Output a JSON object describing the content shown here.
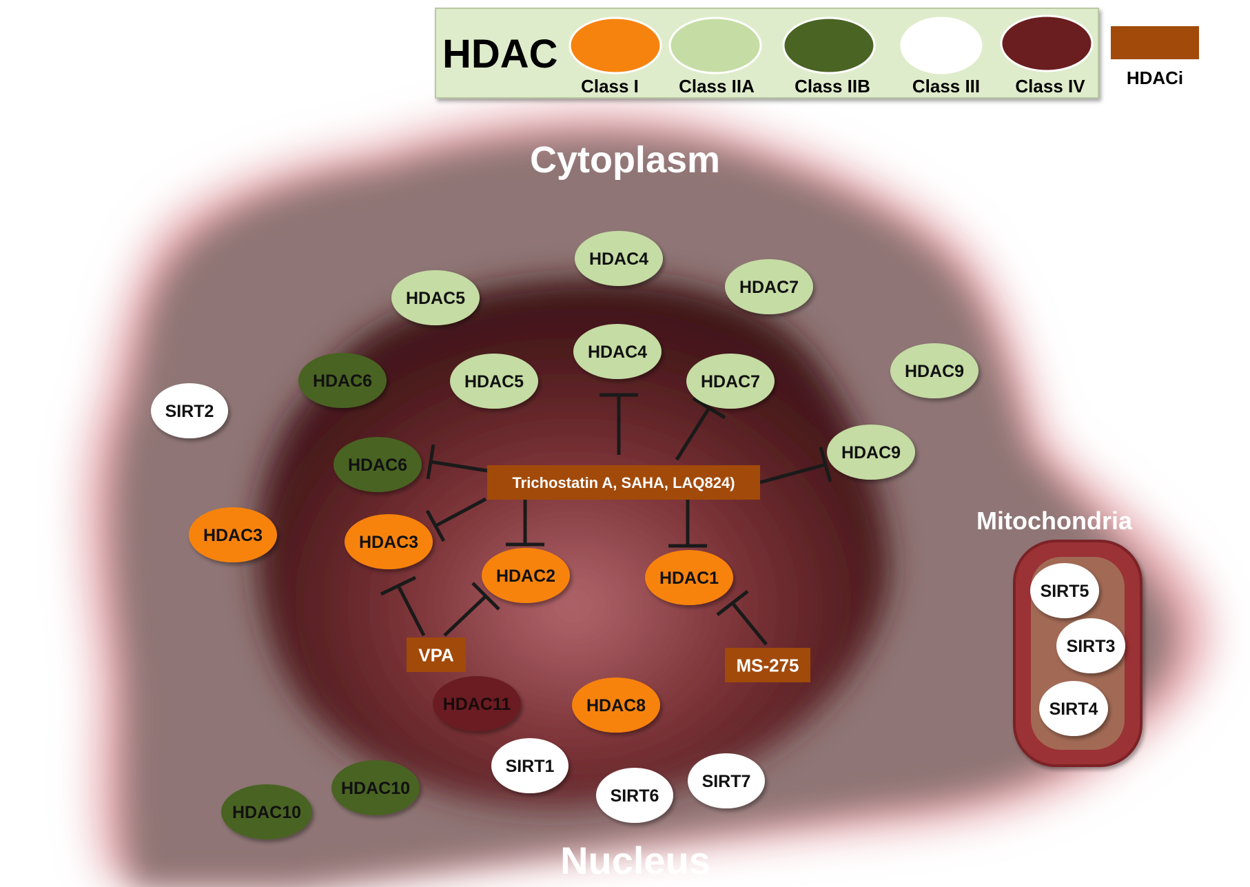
{
  "legend": {
    "title": "HDAC",
    "classes": [
      {
        "label": "Class I",
        "color": "#f7830f"
      },
      {
        "label": "Class IIA",
        "color": "#c5dca4"
      },
      {
        "label": "Class IIB",
        "color": "#4a6424"
      },
      {
        "label": "Class III",
        "color": "#ffffff"
      },
      {
        "label": "Class IV",
        "color": "#6a1e20"
      }
    ],
    "inhibitor": {
      "label": "HDACi",
      "color": "#a24a0a"
    }
  },
  "regions": {
    "cytoplasm": "Cytoplasm",
    "nucleus": "Nucleus",
    "mitochondria": "Mitochondria"
  },
  "enzymes": {
    "cyto_hdac4": {
      "label": "HDAC4",
      "class": "Class IIA"
    },
    "cyto_hdac5": {
      "label": "HDAC5",
      "class": "Class IIA"
    },
    "cyto_hdac7": {
      "label": "HDAC7",
      "class": "Class IIA"
    },
    "cyto_hdac9": {
      "label": "HDAC9",
      "class": "Class IIA"
    },
    "cyto_hdac6": {
      "label": "HDAC6",
      "class": "Class IIB"
    },
    "cyto_sirt2": {
      "label": "SIRT2",
      "class": "Class III"
    },
    "cyto_hdac3": {
      "label": "HDAC3",
      "class": "Class I"
    },
    "cyto_hdac10": {
      "label": "HDAC10",
      "class": "Class IIB"
    },
    "nuc_hdac4": {
      "label": "HDAC4",
      "class": "Class IIA"
    },
    "nuc_hdac5": {
      "label": "HDAC5",
      "class": "Class IIA"
    },
    "nuc_hdac7": {
      "label": "HDAC7",
      "class": "Class IIA"
    },
    "nuc_hdac9": {
      "label": "HDAC9",
      "class": "Class IIA"
    },
    "nuc_hdac6": {
      "label": "HDAC6",
      "class": "Class IIB"
    },
    "nuc_hdac3": {
      "label": "HDAC3",
      "class": "Class I"
    },
    "nuc_hdac2": {
      "label": "HDAC2",
      "class": "Class I"
    },
    "nuc_hdac1": {
      "label": "HDAC1",
      "class": "Class I"
    },
    "nuc_hdac11": {
      "label": "HDAC11",
      "class": "Class IV"
    },
    "nuc_hdac8": {
      "label": "HDAC8",
      "class": "Class I"
    },
    "nuc_hdac10": {
      "label": "HDAC10",
      "class": "Class IIB"
    },
    "nuc_sirt1": {
      "label": "SIRT1",
      "class": "Class III"
    },
    "nuc_sirt6": {
      "label": "SIRT6",
      "class": "Class III"
    },
    "nuc_sirt7": {
      "label": "SIRT7",
      "class": "Class III"
    },
    "mito_sirt5": {
      "label": "SIRT5",
      "class": "Class III"
    },
    "mito_sirt3": {
      "label": "SIRT3",
      "class": "Class III"
    },
    "mito_sirt4": {
      "label": "SIRT4",
      "class": "Class III"
    }
  },
  "inhibitors": {
    "tsa": {
      "label": "Trichostatin A, SAHA, LAQ824)",
      "targets": [
        "HDAC4",
        "HDAC7",
        "HDAC9",
        "HDAC6",
        "HDAC3",
        "HDAC2",
        "HDAC1"
      ]
    },
    "vpa": {
      "label": "VPA",
      "targets": [
        "HDAC3",
        "HDAC2"
      ]
    },
    "ms275": {
      "label": "MS-275",
      "targets": [
        "HDAC1"
      ]
    }
  }
}
